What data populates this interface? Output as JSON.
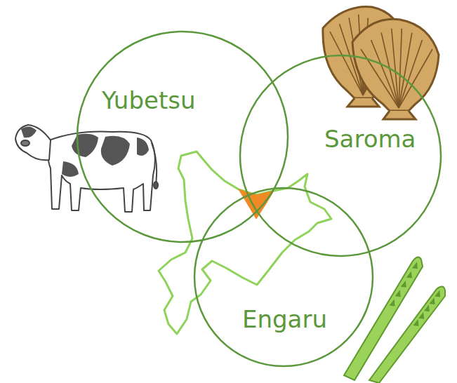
{
  "diagram": {
    "nodes": [
      {
        "text": [
          "Yubetsu"
        ]
      },
      {
        "text": [
          "Saroma"
        ]
      },
      {
        "text": [
          "Engaru"
        ]
      }
    ]
  }
}
